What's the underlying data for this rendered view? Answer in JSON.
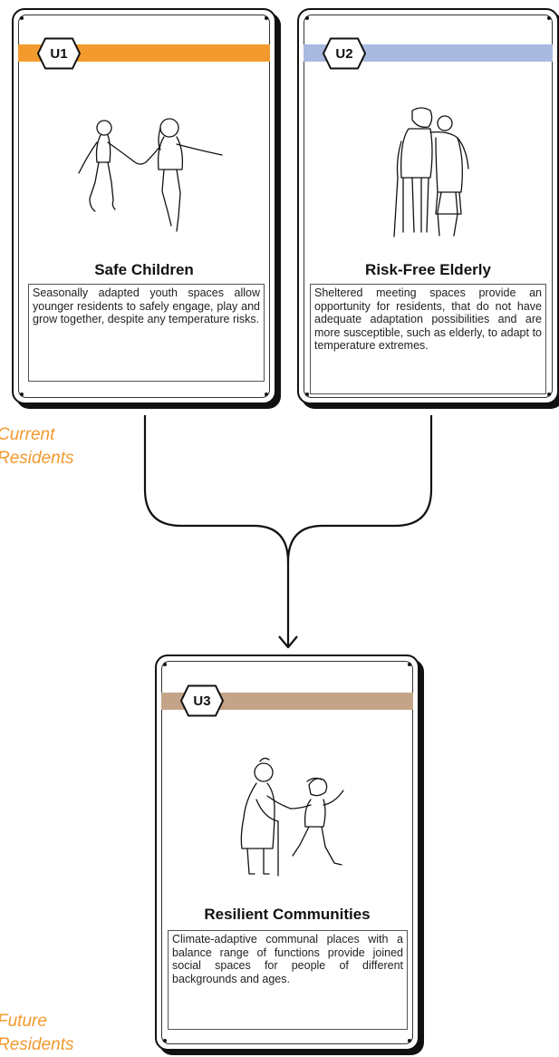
{
  "side_labels": {
    "current": [
      "Current",
      "Residents"
    ],
    "future": [
      "Future",
      "Residents"
    ]
  },
  "colors": {
    "orange": "#f39a2e",
    "blue": "#a9b9e0",
    "tan": "#c4a488",
    "ink": "#111111",
    "label": "#f39a2e"
  },
  "cards": {
    "u1": {
      "badge": "U1",
      "title": "Safe Children",
      "description": "Seasonally adapted youth spaces allow younger residents to safely engage, play and grow together, despite any temperature risks.",
      "icon": "children-running-icon"
    },
    "u2": {
      "badge": "U2",
      "title": "Risk-Free Elderly",
      "description": "Sheltered meeting spaces provide an opportunity for residents, that do not have adequate adaptation possibilities and are more susceptible, such as elderly, to adapt to temperature extremes.",
      "icon": "elderly-couple-icon"
    },
    "u3": {
      "badge": "U3",
      "title": "Resilient Communities",
      "description": "Climate-adaptive communal places with a balance range of functions provide joined social spaces for people of different backgrounds and ages.",
      "icon": "grandmother-child-icon"
    }
  }
}
